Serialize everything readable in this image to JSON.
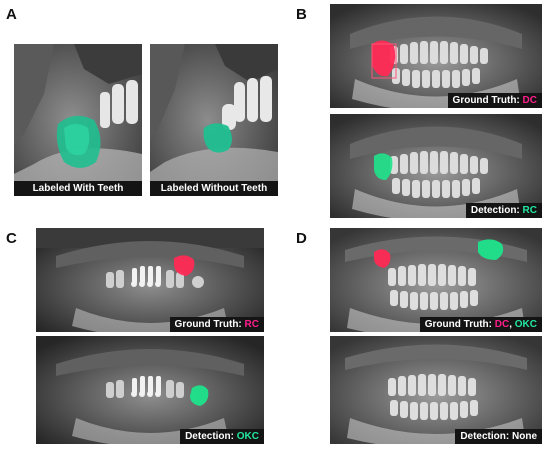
{
  "panels": {
    "a": {
      "letter": "A",
      "left_caption": "Labeled With Teeth",
      "right_caption": "Labeled Without Teeth"
    },
    "b": {
      "letter": "B",
      "top": {
        "label": "Ground Truth:",
        "classes": [
          "DC"
        ]
      },
      "bottom": {
        "label": "Detection:",
        "classes": [
          "RC"
        ]
      }
    },
    "c": {
      "letter": "C",
      "top": {
        "label": "Ground Truth:",
        "classes": [
          "RC"
        ]
      },
      "bottom": {
        "label": "Detection:",
        "classes": [
          "OKC"
        ]
      }
    },
    "d": {
      "letter": "D",
      "top": {
        "label": "Ground Truth:",
        "classes": [
          "DC",
          ",",
          "OKC"
        ]
      },
      "bottom": {
        "label": "Detection:",
        "classes": [
          "None"
        ]
      }
    }
  },
  "colors": {
    "dc": "#ff1e8c",
    "rc": "#22e6a0",
    "okc": "#22e6a0",
    "ground_truth_mask": "#ff2a55",
    "detection_mask": "#1ee38a"
  }
}
